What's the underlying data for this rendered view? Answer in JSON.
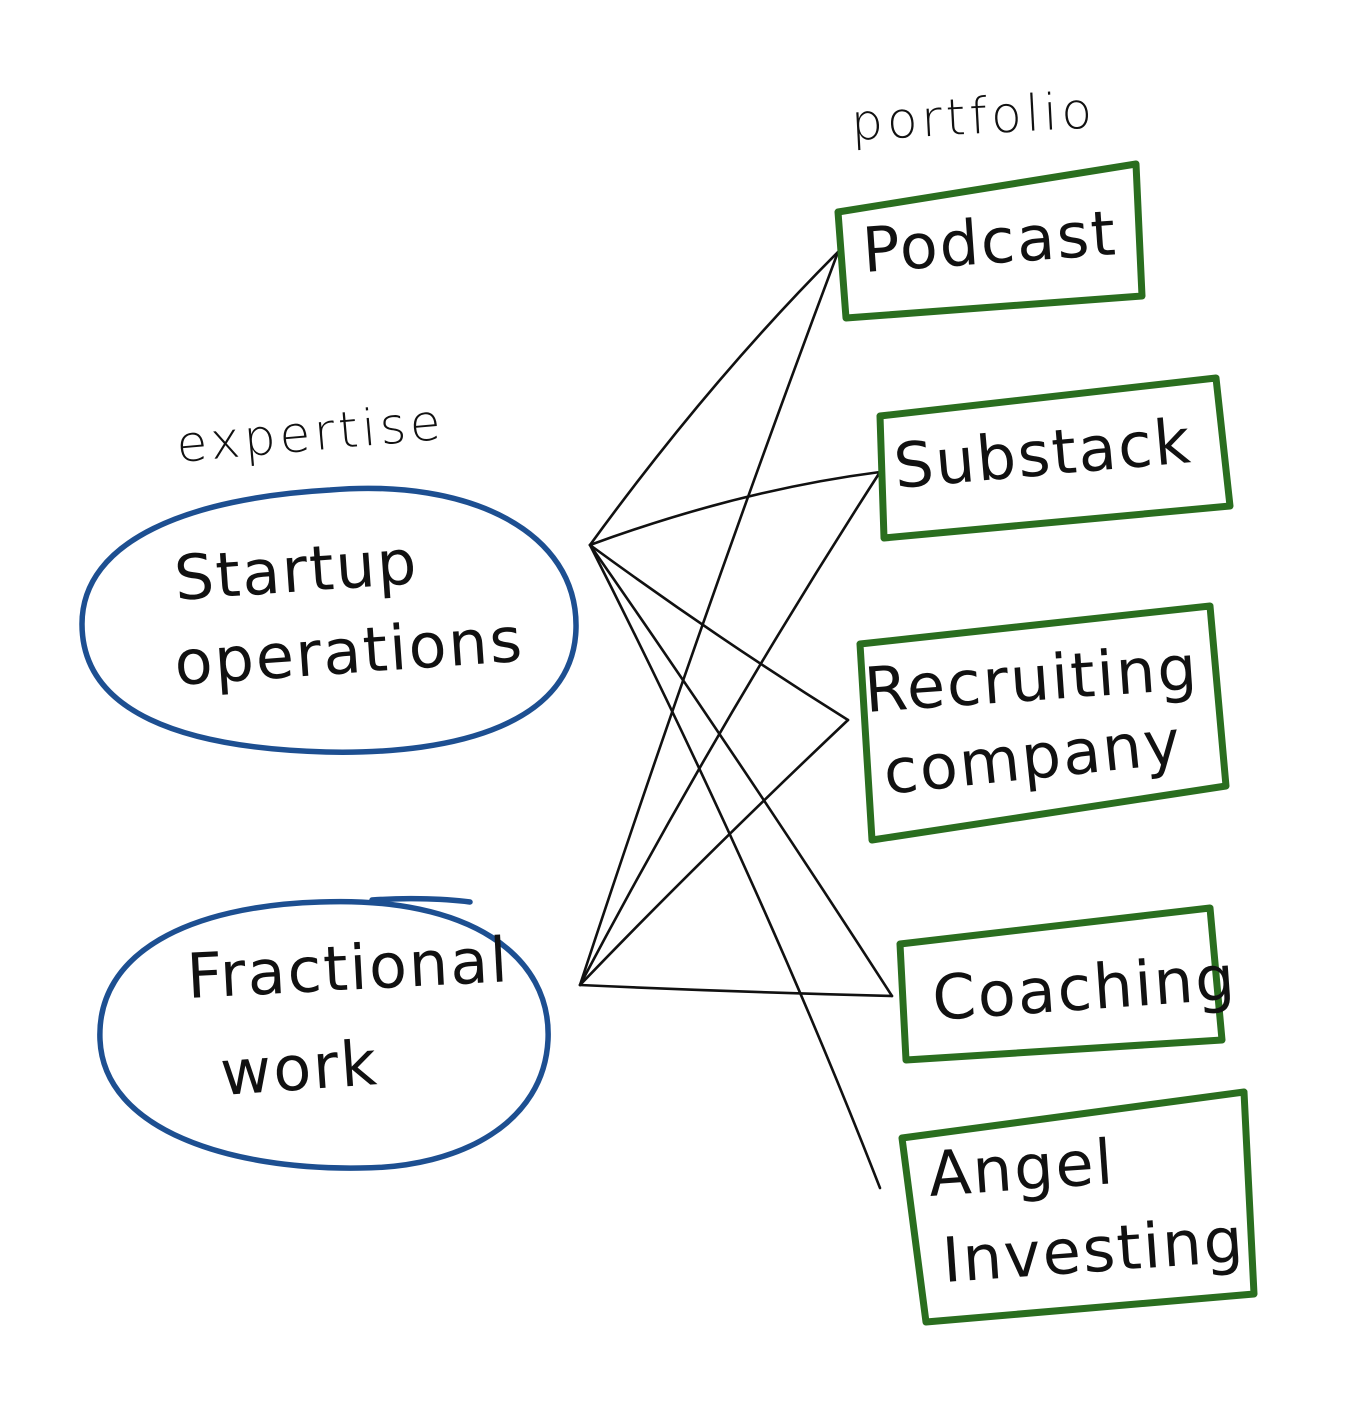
{
  "headings": {
    "expertise": "expertise",
    "portfolio": "portfolio"
  },
  "expertise": [
    {
      "id": "startup",
      "lines": [
        "Startup",
        "operations"
      ]
    },
    {
      "id": "fractional",
      "lines": [
        "Fractional",
        "work"
      ]
    }
  ],
  "portfolio": [
    {
      "id": "podcast",
      "lines": [
        "Podcast"
      ]
    },
    {
      "id": "substack",
      "lines": [
        "Substack"
      ]
    },
    {
      "id": "recruiting",
      "lines": [
        "Recruiting",
        "company"
      ]
    },
    {
      "id": "coaching",
      "lines": [
        "Coaching"
      ]
    },
    {
      "id": "angel",
      "lines": [
        "Angel",
        "Investing"
      ]
    }
  ],
  "connections": [
    {
      "from": "startup",
      "to": "podcast"
    },
    {
      "from": "startup",
      "to": "substack"
    },
    {
      "from": "startup",
      "to": "recruiting"
    },
    {
      "from": "startup",
      "to": "coaching"
    },
    {
      "from": "startup",
      "to": "angel"
    },
    {
      "from": "fractional",
      "to": "podcast"
    },
    {
      "from": "fractional",
      "to": "substack"
    },
    {
      "from": "fractional",
      "to": "recruiting"
    },
    {
      "from": "fractional",
      "to": "coaching"
    }
  ],
  "colors": {
    "expertise_outline": "#1d4f91",
    "portfolio_outline": "#2a6e1f",
    "lines": "#111111",
    "background": "#ffffff"
  }
}
